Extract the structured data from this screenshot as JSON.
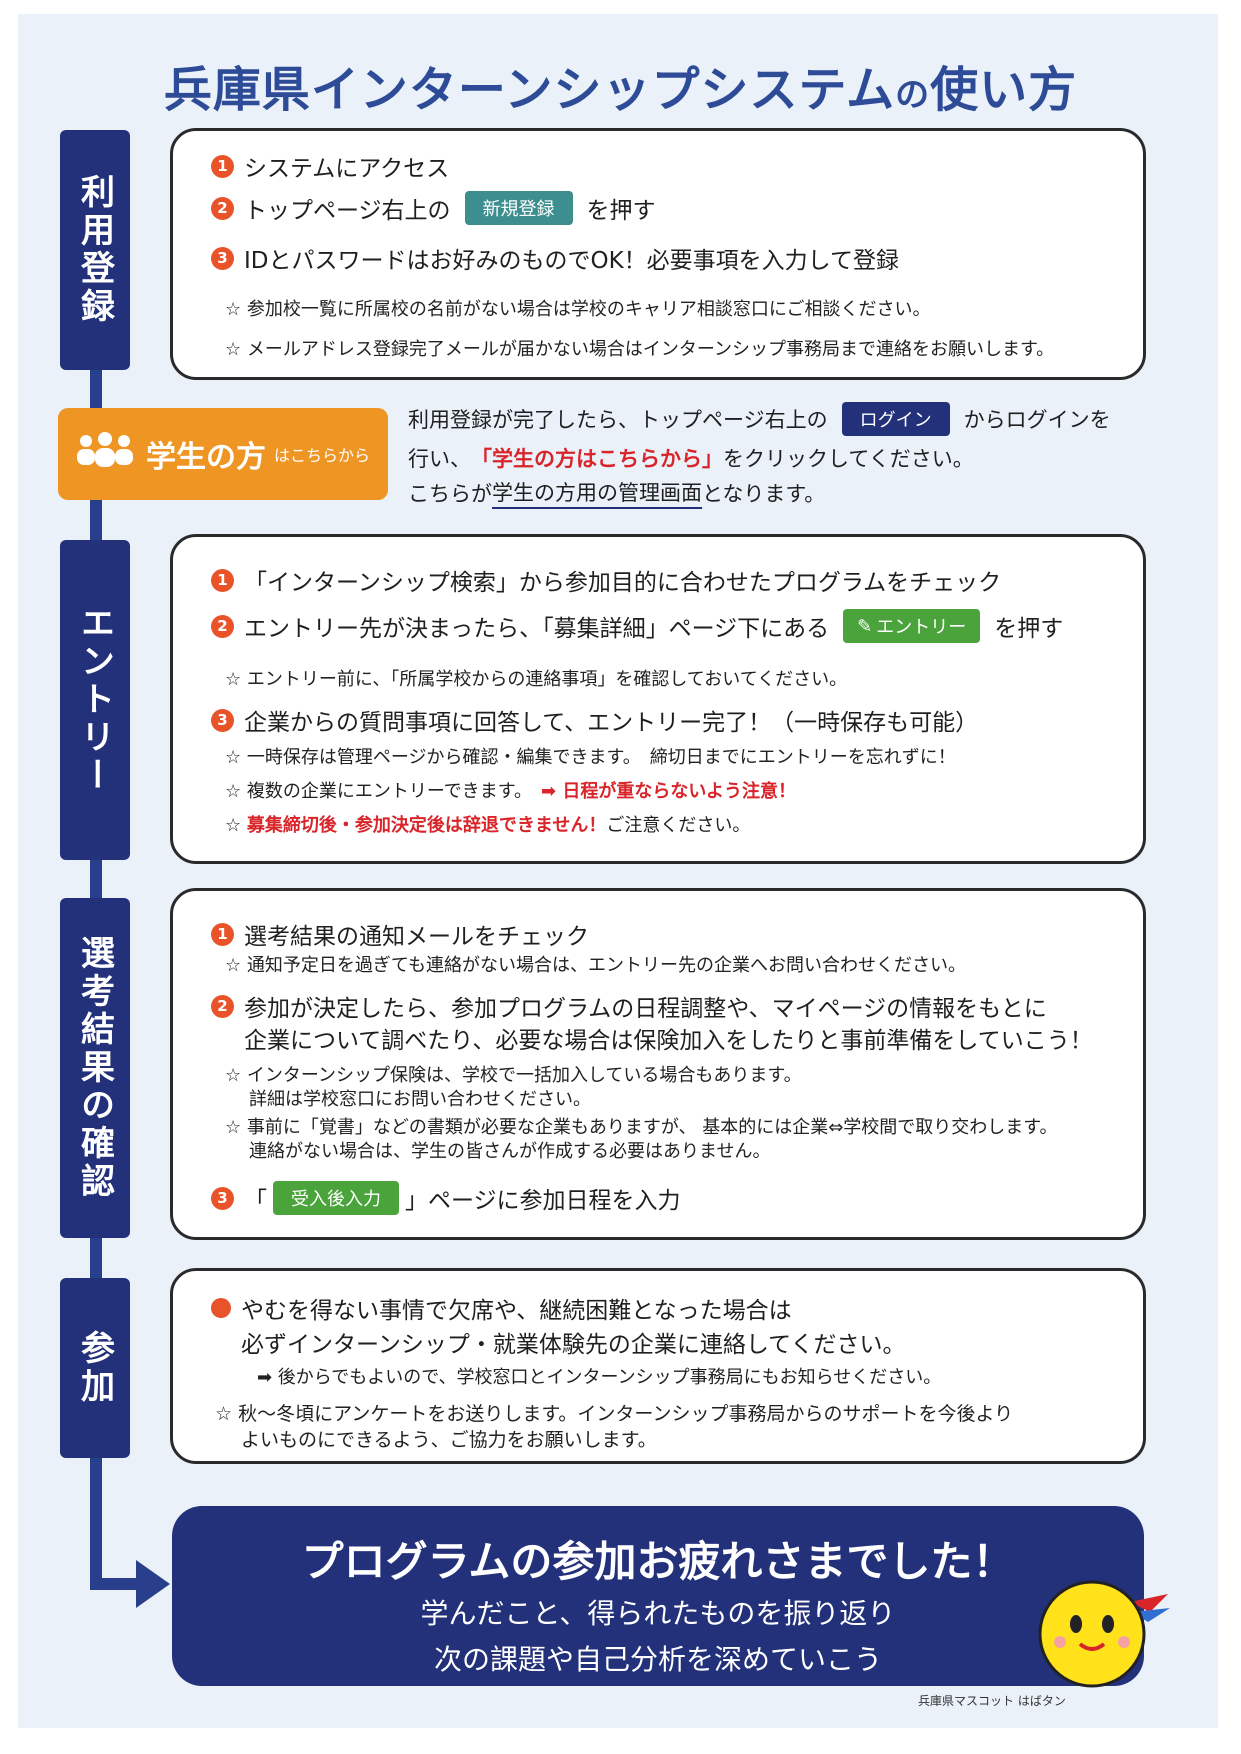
{
  "title": {
    "main_a": "兵庫県インターンシップシステム",
    "small": "の",
    "main_b": "使い方"
  },
  "steps": {
    "reg": "利用登録",
    "entry": "エントリー",
    "result": "選考結果の確認",
    "join": "参加"
  },
  "section1": {
    "n1": "1",
    "t1": "システムにアクセス",
    "n2": "2",
    "t2a": "トップページ右上の",
    "chip": "新規登録",
    "t2b": "を押す",
    "n3": "3",
    "t3": "IDとパスワードはお好みのものでOK！必要事項を入力して登録",
    "note1": "☆ 参加校一覧に所属校の名前がない場合は学校のキャリア相談窓口にご相談ください。",
    "note2": "☆ メールアドレス登録完了メールが届かない場合はインターンシップ事務局まで連絡をお願いします。"
  },
  "student": {
    "tab_big": "学生の方",
    "tab_small": "はこちらから",
    "l1a": "利用登録が完了したら、トップページ右上の",
    "chip": "ログイン",
    "l1b": "からログインを",
    "l2a": "行い、",
    "l2red": "「学生の方はこちらから」",
    "l2b": "をクリックしてください。",
    "l3a": "こちらが",
    "l3u": "学生の方用の管理画面",
    "l3b": "となります。"
  },
  "section2": {
    "n1": "1",
    "t1": "「インターンシップ検索」から参加目的に合わせたプログラムをチェック",
    "n2": "2",
    "t2a": "エントリー先が決まったら、「募集詳細」ページ下にある",
    "chip": "エントリー",
    "t2b": "を押す",
    "note_a": "☆ エントリー前に、「所属学校からの連絡事項」を確認しておいてください。",
    "n3": "3",
    "t3": "企業からの質問事項に回答して、エントリー完了！（一時保存も可能）",
    "note1": "☆ 一時保存は管理ページから確認・編集できます。　締切日までにエントリーを忘れずに！",
    "note2a": "☆ 複数の企業にエントリーできます。",
    "note2red": "➡ 日程が重ならないよう注意！",
    "note3a": "☆ ",
    "note3red": "募集締切後・参加決定後は辞退できません！",
    "note3b": "ご注意ください。"
  },
  "section3": {
    "n1": "1",
    "t1": "選考結果の通知メールをチェック",
    "note1": "☆ 通知予定日を過ぎても連絡がない場合は、エントリー先の企業へお問い合わせください。",
    "n2": "2",
    "t2a": "参加が決定したら、参加プログラムの日程調整や、マイページの情報をもとに",
    "t2b": "企業について調べたり、必要な場合は保険加入をしたりと事前準備をしていこう！",
    "note2a": "☆ インターンシップ保険は、学校で一括加入している場合もあります。",
    "note2b": "詳細は学校窓口にお問い合わせください。",
    "note3a": "☆ 事前に「覚書」などの書類が必要な企業もありますが、 基本的には企業⇔学校間で取り交わします。",
    "note3b": "連絡がない場合は、学生の皆さんが作成する必要はありません。",
    "n3": "3",
    "t3a": "「",
    "chip": "受入後入力",
    "t3b": "」ページに参加日程を入力"
  },
  "section4": {
    "t1a": "やむを得ない事情で欠席や、継続困難となった場合は",
    "t1b": "必ずインターンシップ・就業体験先の企業に連絡してください。",
    "t1c": "➡ 後からでもよいので、学校窓口とインターンシップ事務局にもお知らせください。",
    "note_a": "☆ 秋～冬頃にアンケートをお送りします。インターンシップ事務局からのサポートを今後より",
    "note_b": "よいものにできるよう、ご協力をお願いします。"
  },
  "final": {
    "headline": "プログラムの参加お疲れさまでした！",
    "line1": "学んだこと、得られたものを振り返り",
    "line2": "次の課題や自己分析を深めていこう"
  },
  "mascot_caption": "兵庫県マスコット はばタン",
  "colors": {
    "navy": "#23307a",
    "orange": "#ee9524",
    "red": "#d9252a",
    "teal": "#3d8e8f",
    "green": "#4aa33b"
  }
}
